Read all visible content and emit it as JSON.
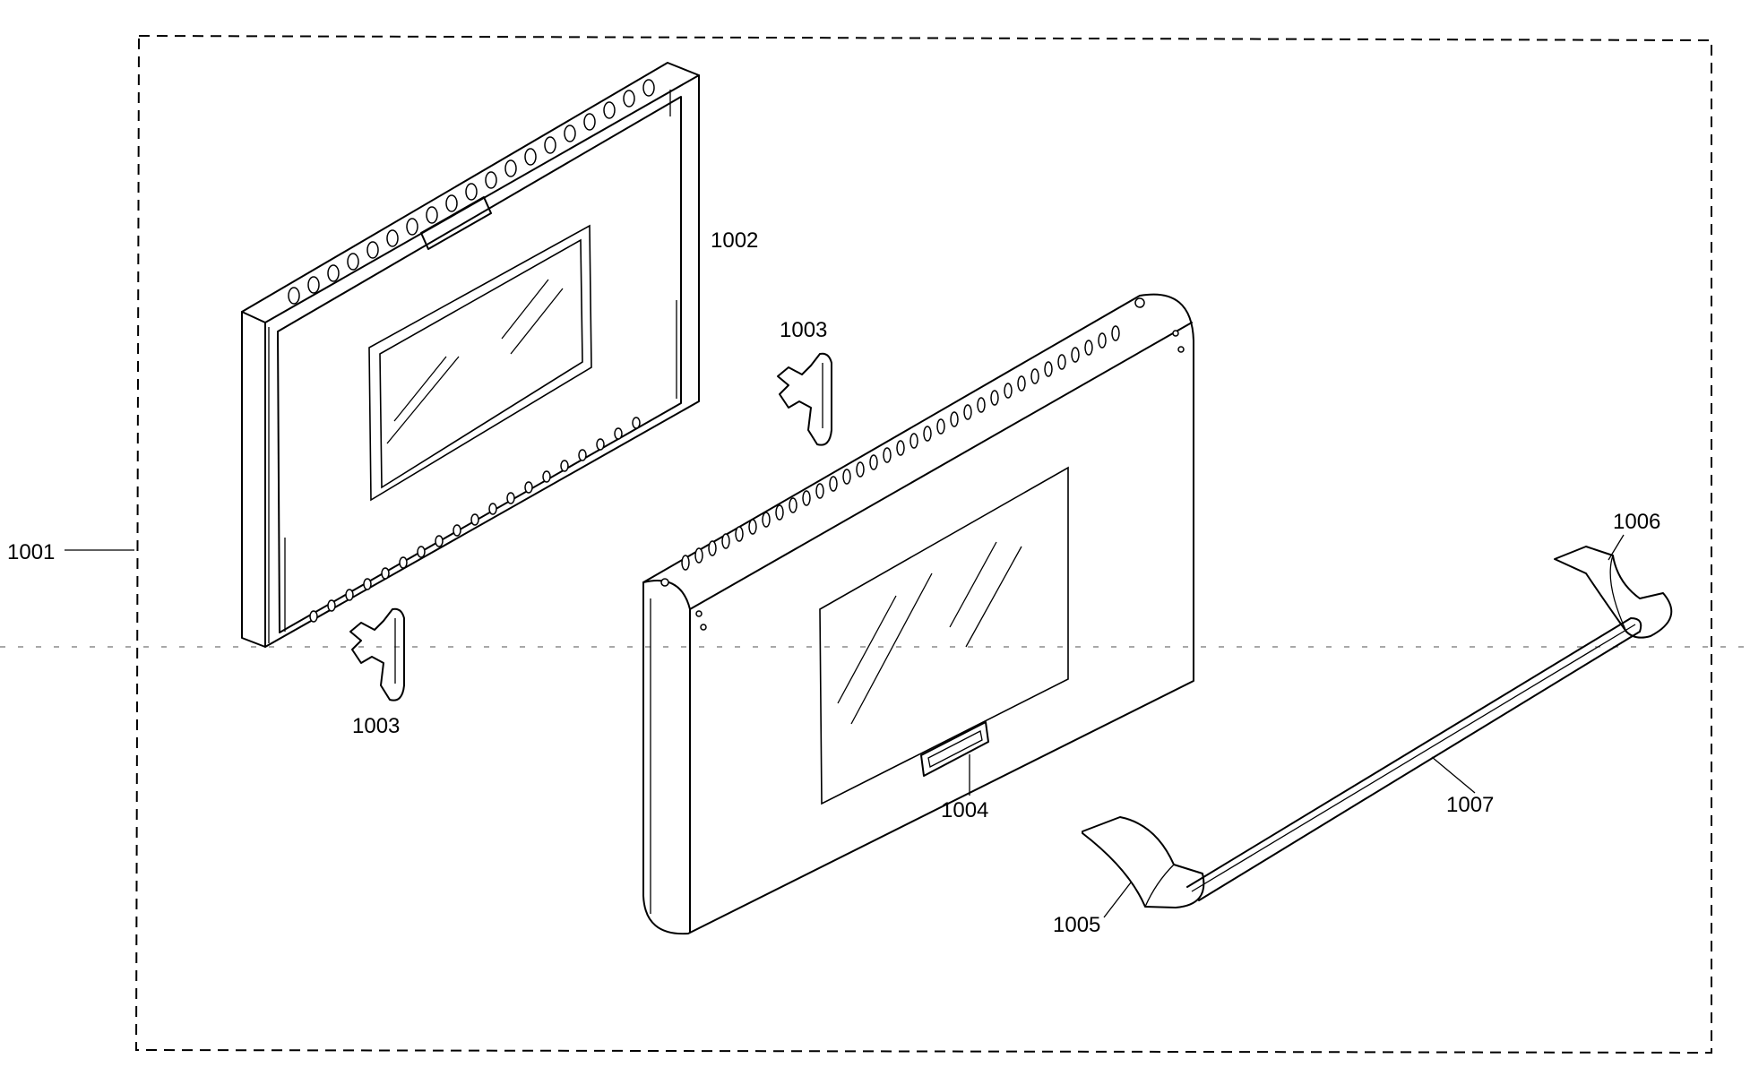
{
  "diagram": {
    "labels": {
      "assembly": "1001",
      "inner_panel": "1002",
      "hinge_upper": "1003",
      "hinge_lower": "1003",
      "vent_badge": "1004",
      "handle_end_left": "1005",
      "handle_end_right": "1006",
      "handle_bar": "1007"
    }
  }
}
